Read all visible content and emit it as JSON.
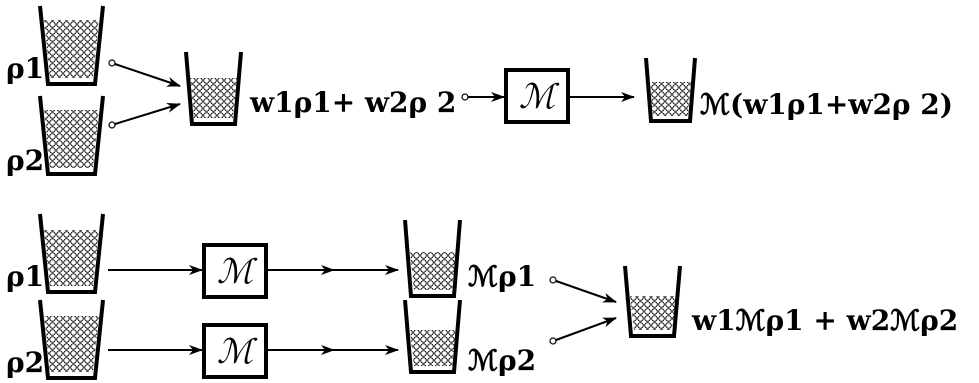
{
  "colors": {
    "ink": "#000000",
    "background": "#ffffff"
  },
  "top_row": {
    "label_rho1": "ρ1",
    "label_rho2": "ρ2",
    "mixture_label": "w1ρ1+ w2ρ 2",
    "operator_label": "ℳ",
    "result_label": "ℳ(w1ρ1+w2ρ 2)"
  },
  "bottom_row": {
    "label_rho1": "ρ1",
    "label_rho2": "ρ2",
    "operator_label_1": "ℳ",
    "operator_label_2": "ℳ",
    "output_label_1": "ℳρ1",
    "output_label_2": "ℳρ2",
    "result_label": "w1ℳρ1 + w2ℳρ2"
  },
  "icons": {
    "container": "beaker-with-particles-icon",
    "operator": "operator-box"
  }
}
